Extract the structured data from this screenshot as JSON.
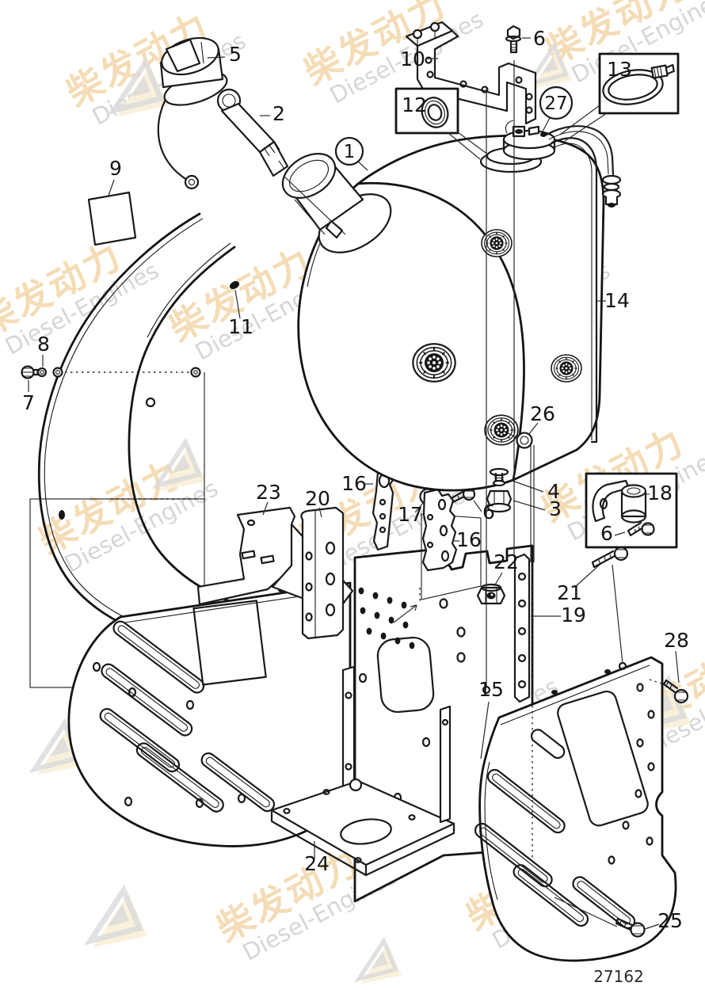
{
  "figure": {
    "drawing_number": "27162"
  },
  "watermark": {
    "cn": "柴发动力",
    "en": "Diesel-Engines"
  },
  "callouts": {
    "1": "1",
    "2": "2",
    "3": "3",
    "4": "4",
    "5": "5",
    "6": "6",
    "7": "7",
    "8": "8",
    "9": "9",
    "10": "10",
    "11": "11",
    "12": "12",
    "13": "13",
    "14": "14",
    "15": "15",
    "16": "16",
    "17": "17",
    "18": "18",
    "19": "19",
    "20": "20",
    "21": "21",
    "22": "22",
    "23": "23",
    "24": "24",
    "25": "25",
    "26": "26",
    "27": "27",
    "28": "28"
  }
}
